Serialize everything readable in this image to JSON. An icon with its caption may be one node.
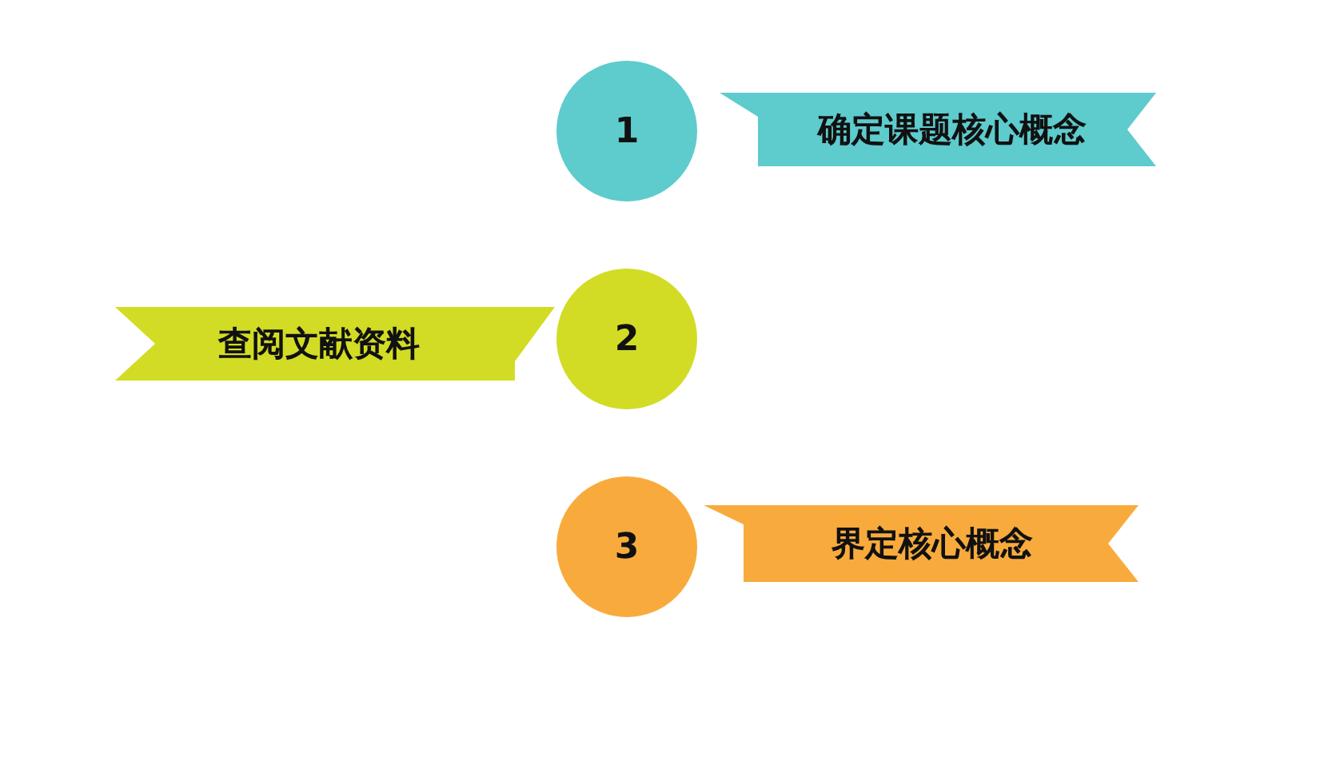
{
  "diagram": {
    "nodes": [
      {
        "text": [
          "1"
        ]
      },
      {
        "text": [
          "确定课题核心概念"
        ]
      },
      {
        "text": [
          "查阅文献资料"
        ]
      },
      {
        "text": [
          "2"
        ]
      },
      {
        "text": [
          "3"
        ]
      },
      {
        "text": [
          "界定核心概念"
        ]
      }
    ],
    "edges": []
  }
}
